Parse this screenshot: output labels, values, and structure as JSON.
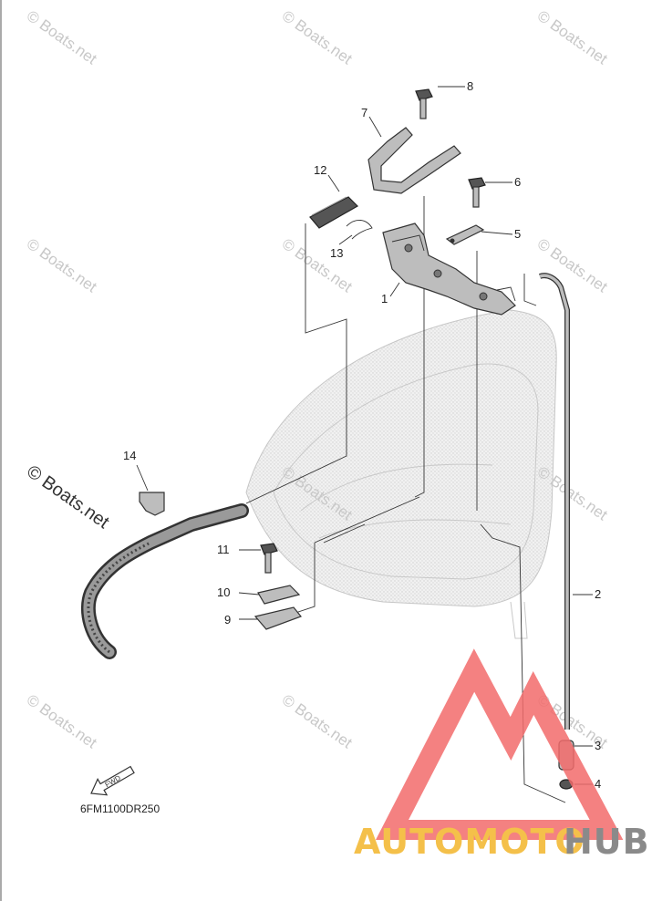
{
  "watermark": "© Boats.net",
  "part_code": "6FM1100DR250",
  "brand": {
    "word_a": "AUTOMOTO",
    "word_b": "HUB",
    "color_a": "#f4c04a",
    "color_b": "#8a8a8a",
    "logo_color": "#f26b6b"
  },
  "callouts": {
    "c1": "1",
    "c2": "2",
    "c3": "3",
    "c4": "4",
    "c5": "5",
    "c6": "6",
    "c7": "7",
    "c8": "8",
    "c9": "9",
    "c10": "10",
    "c11": "11",
    "c12": "12",
    "c13": "13",
    "c14": "14"
  },
  "fwd_label": "FWD"
}
